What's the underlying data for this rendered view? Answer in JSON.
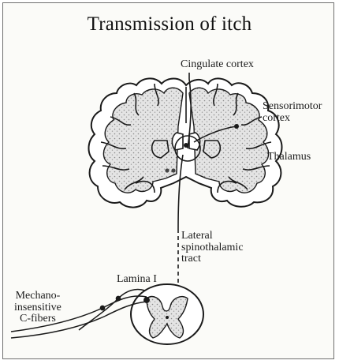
{
  "title": "Transmission of itch",
  "labels": {
    "cingulate_cortex": "Cingulate cortex",
    "sensorimotor_cortex": [
      "Sensorimotor",
      "cortex"
    ],
    "thalamus": "Thalamus",
    "lateral_spinothalamic_tract": [
      "Lateral",
      "spinothalamic",
      "tract"
    ],
    "lamina_i": "Lamina I",
    "c_fibers": [
      "Mechano-",
      "insensitive",
      "C-fibers"
    ]
  }
}
